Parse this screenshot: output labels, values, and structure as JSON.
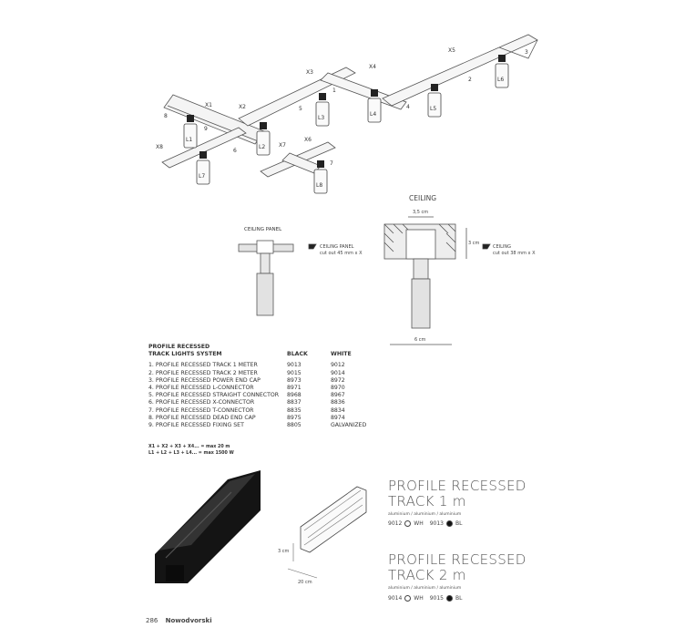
{
  "diagram": {
    "track_labels": [
      "X1",
      "X2",
      "X3",
      "X4",
      "X5",
      "X6",
      "X7",
      "X8"
    ],
    "light_labels": [
      "L1",
      "L2",
      "L3",
      "L4",
      "L5",
      "L6",
      "L7",
      "L8"
    ],
    "part_numbers": [
      "1",
      "2",
      "3",
      "4",
      "5",
      "6",
      "7",
      "8",
      "9"
    ],
    "ceiling_title": "CEILING",
    "ceiling_panel_title": "CEILING PANEL",
    "panel_cutout_l1": "CEILING PANEL",
    "panel_cutout_l2": "cut out 45 mm x X",
    "ceiling_cutout_l1": "CEILING",
    "ceiling_cutout_l2": "cut out 38 mm x X",
    "dim_width_top": "3,5 cm",
    "dim_height": "3 cm",
    "dim_width_bottom": "6 cm"
  },
  "parts_table": {
    "title_line1": "PROFILE RECESSED",
    "title_line2": "TRACK LIGHTS SYSTEM",
    "col_black": "BLACK",
    "col_white": "WHITE",
    "rows": [
      {
        "name": "1. PROFILE RECESSED TRACK 1 METER",
        "black": "9013",
        "white": "9012"
      },
      {
        "name": "2. PROFILE RECESSED TRACK 2 METER",
        "black": "9015",
        "white": "9014"
      },
      {
        "name": "3. PROFILE RECESSED POWER END CAP",
        "black": "8973",
        "white": "8972"
      },
      {
        "name": "4. PROFILE RECESSED L-CONNECTOR",
        "black": "8971",
        "white": "8970"
      },
      {
        "name": "5. PROFILE RECESSED STRAIGHT CONNECTOR",
        "black": "8968",
        "white": "8967"
      },
      {
        "name": "6. PROFILE RECESSED X-CONNECTOR",
        "black": "8837",
        "white": "8836"
      },
      {
        "name": "7. PROFILE RECESSED T-CONNECTOR",
        "black": "8835",
        "white": "8834"
      },
      {
        "name": "8. PROFILE RECESSED DEAD END CAP",
        "black": "8975",
        "white": "8974"
      },
      {
        "name": "9. PROFILE RECESSED FIXING SET",
        "black": "8805",
        "white": "GALVANIZED"
      }
    ],
    "formula1": "X1 + X2 + X3 + X4... = max 20 m",
    "formula2": "L1 + L2 + L3 + L4... = max 1500 W"
  },
  "products": [
    {
      "title1": "PROFILE RECESSED",
      "title2": "TRACK 1 m",
      "material": "aluminium / aluminium / aluminium",
      "code_white": "9012",
      "label_white": "WH",
      "code_black": "9013",
      "label_black": "BL"
    },
    {
      "title1": "PROFILE RECESSED",
      "title2": "TRACK 2 m",
      "material": "aluminium / aluminium / aluminium",
      "code_white": "9014",
      "label_white": "WH",
      "code_black": "9015",
      "label_black": "BL"
    }
  ],
  "product_dims": {
    "height": "3 cm",
    "width": "20 cm"
  },
  "footer": {
    "page": "286",
    "brand": "Nowodvorski"
  }
}
